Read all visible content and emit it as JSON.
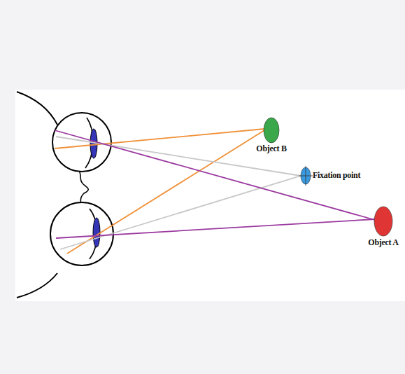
{
  "diagram": {
    "nodes": [
      {
        "text": [
          "Object B"
        ]
      },
      {
        "text": [
          "Fixation point"
        ]
      },
      {
        "text": [
          "Object A"
        ]
      }
    ]
  }
}
